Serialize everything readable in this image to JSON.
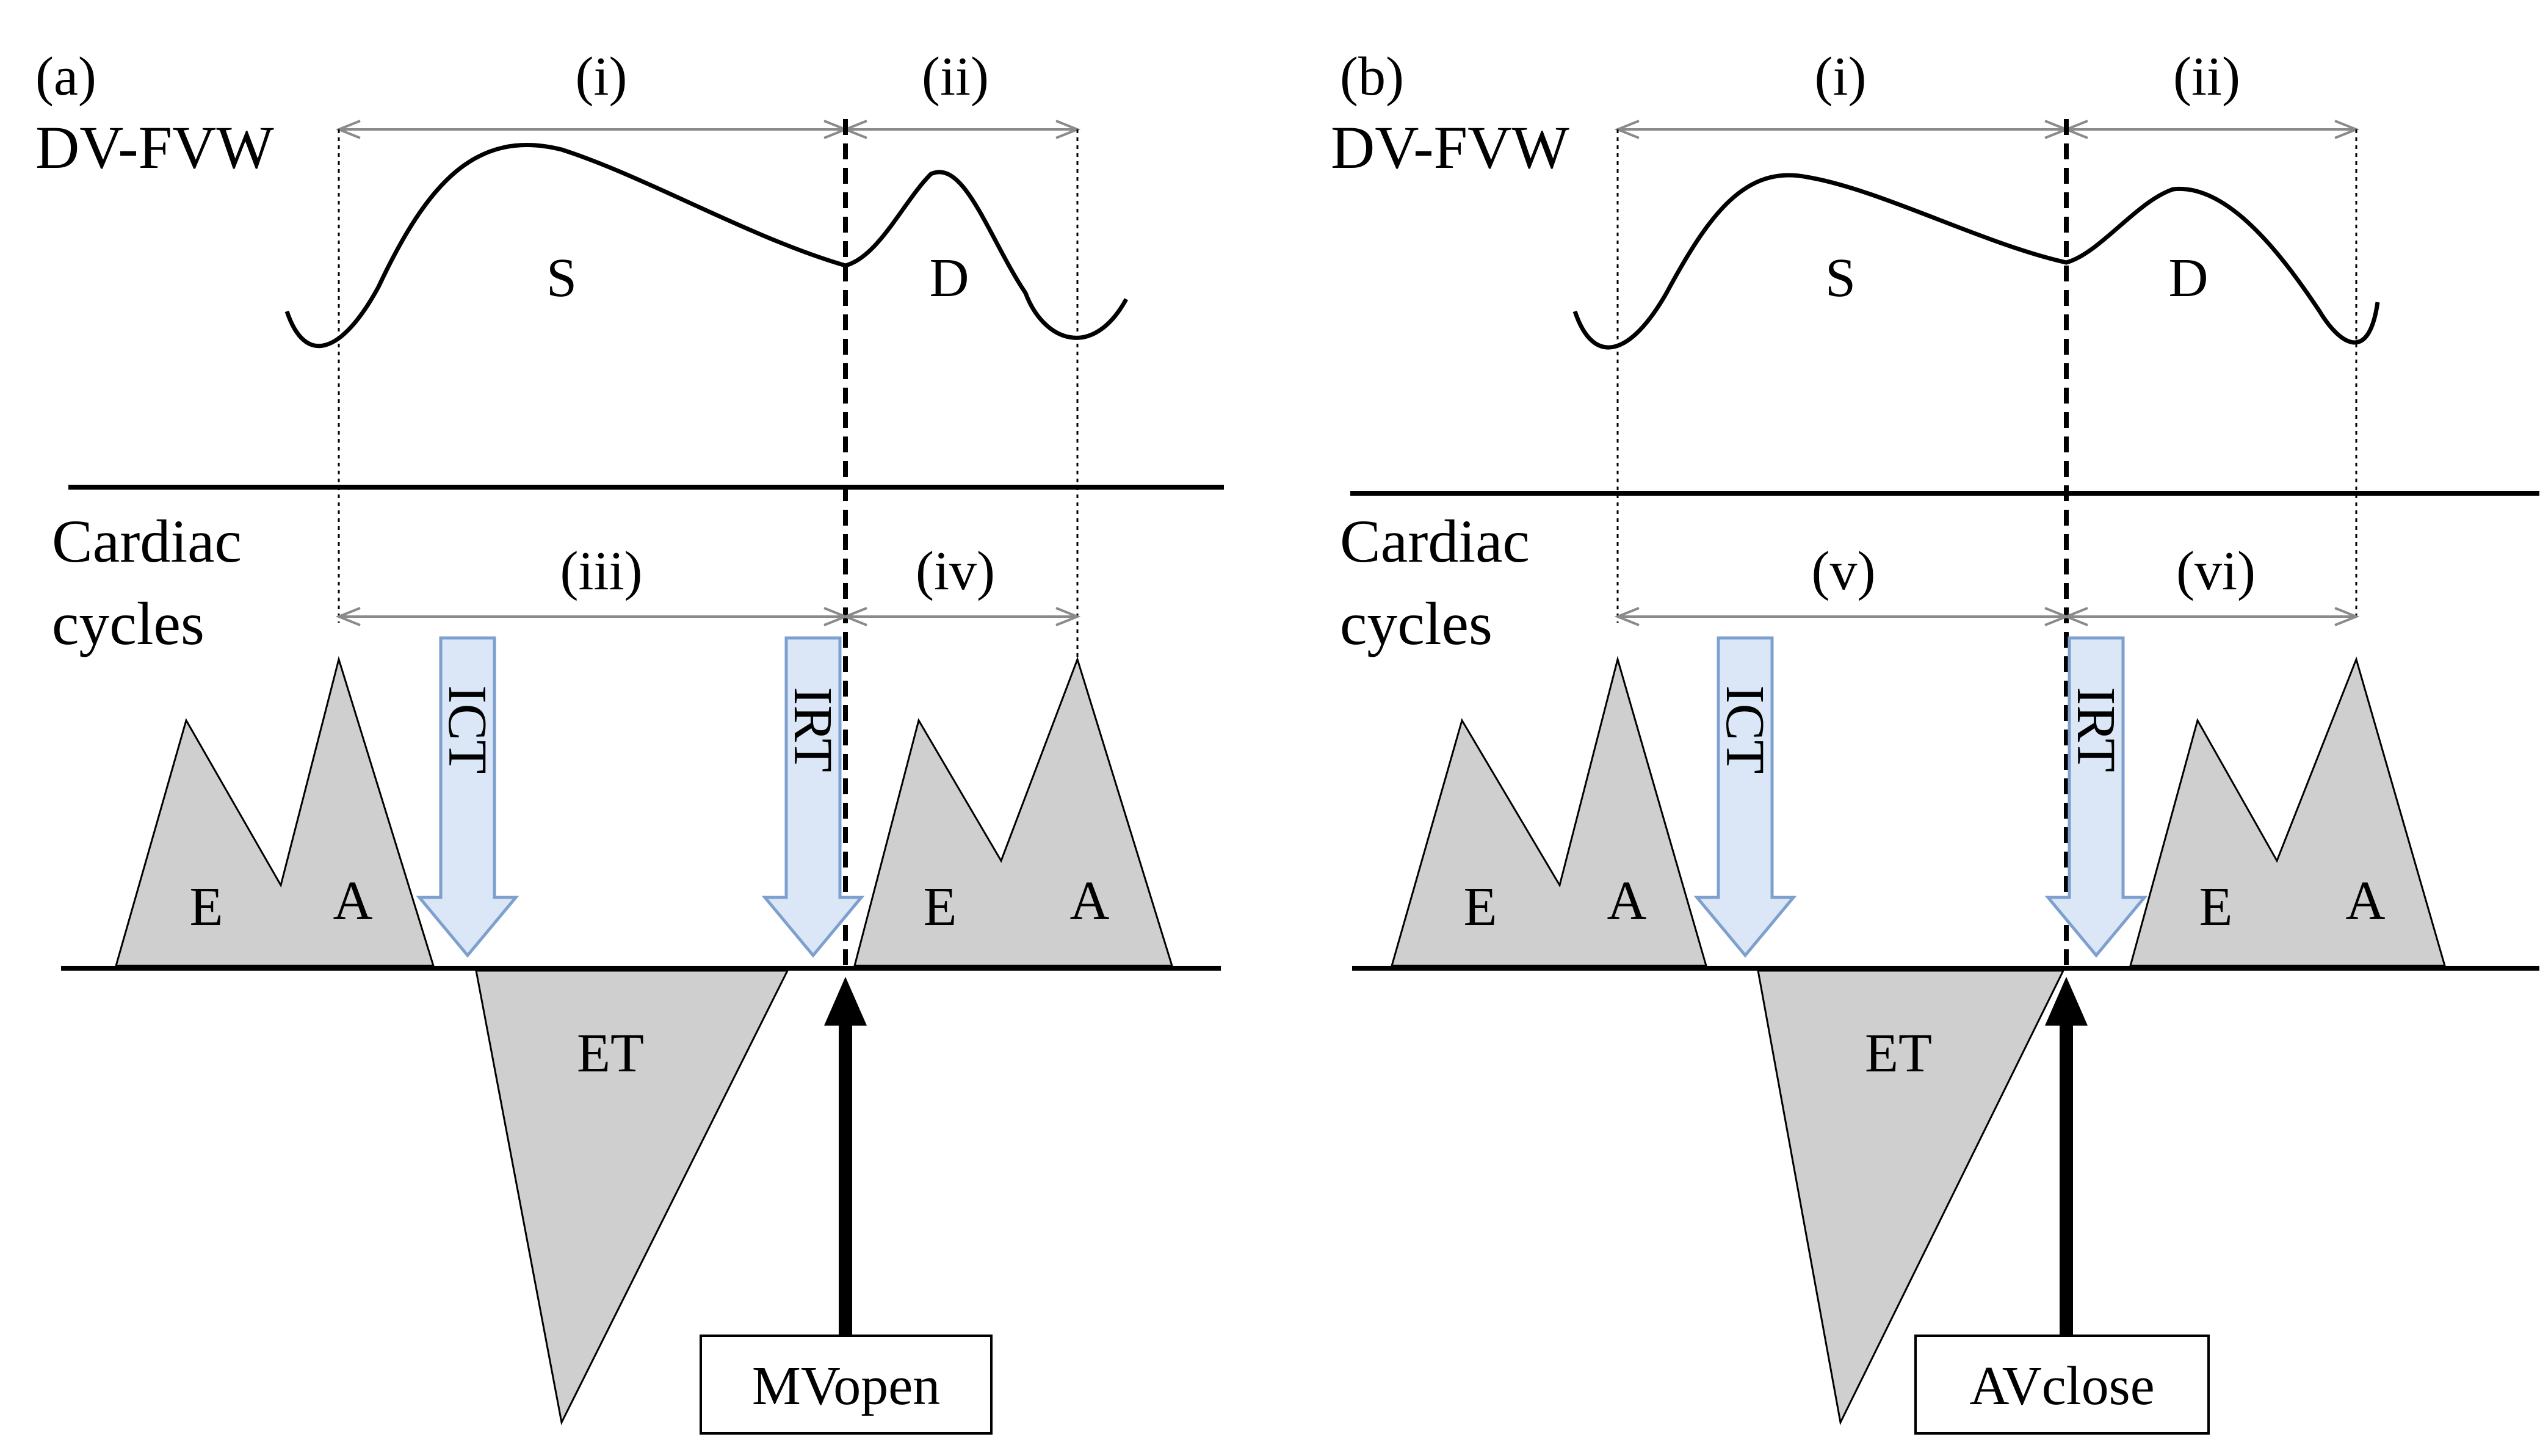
{
  "panels": [
    {
      "label": "(a)",
      "wave_label": "DV-FVW",
      "cycle_label_1": "Cardiac",
      "cycle_label_2": "cycles",
      "s_label": "S",
      "d_label": "D",
      "top_interval_1": "(i)",
      "top_interval_2": "(ii)",
      "bottom_interval_1": "(iii)",
      "bottom_interval_2": "(iv)",
      "e_label": "E",
      "a_label": "A",
      "ict_label": "ICT",
      "irt_label": "IRT",
      "et_label": "ET",
      "event_label": "MVopen"
    },
    {
      "label": "(b)",
      "wave_label": "DV-FVW",
      "cycle_label_1": "Cardiac",
      "cycle_label_2": "cycles",
      "s_label": "S",
      "d_label": "D",
      "top_interval_1": "(i)",
      "top_interval_2": "(ii)",
      "bottom_interval_1": "(v)",
      "bottom_interval_2": "(vi)",
      "e_label": "E",
      "a_label": "A",
      "ict_label": "ICT",
      "irt_label": "IRT",
      "et_label": "ET",
      "event_label": "AVclose"
    }
  ]
}
